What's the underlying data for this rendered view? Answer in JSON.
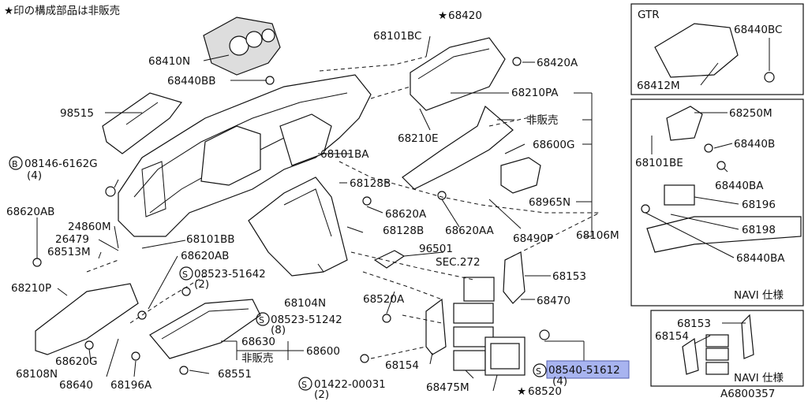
{
  "note": "★印の構成部品は非販売",
  "figure_id": "A6800357",
  "highlight_color": "#a8b4f0",
  "labels": {
    "p68420": "68420",
    "p68101BC": "68101BC",
    "p68410N": "68410N",
    "p68420A": "68420A",
    "p68440BB": "68440BB",
    "p98515": "98515",
    "p68210PA": "68210PA",
    "hihanbai1": "非販売",
    "p68210E": "68210E",
    "p68600G": "68600G",
    "p08146": "08146-6162G",
    "p08146q": "(4)",
    "p68101BA": "68101BA",
    "p68128B_top": "68128B",
    "p68620AB_top": "68620AB",
    "p68620A": "68620A",
    "p68965N": "68965N",
    "p24860M": "24860M",
    "p68128B_mid": "68128B",
    "p68620AA": "68620AA",
    "p68490P": "68490P",
    "p68106M": "68106M",
    "p26479": "26479",
    "p68101BB": "68101BB",
    "p68513M": "68513M",
    "p96501": "96501",
    "p68620AB_mid": "68620AB",
    "sec272": "SEC.272",
    "p08523_1642": "08523-51642",
    "p08523_1642q": "(2)",
    "p68153": "68153",
    "p68210P": "68210P",
    "p68104N": "68104N",
    "p68520A": "68520A",
    "p68470": "68470",
    "p08523_1242": "08523-51242",
    "p08523_1242q": "(8)",
    "p68630": "68630",
    "p68600": "68600",
    "hihanbai2": "非販売",
    "p68108N": "68108N",
    "p68620G": "68620G",
    "p68154": "68154",
    "p08540": "08540-51612",
    "p08540q": "(4)",
    "p68640": "68640",
    "p68196A": "68196A",
    "p68551": "68551",
    "p01422": "01422-00031",
    "p01422q": "(2)",
    "p68475M": "68475M",
    "p68520": "68520",
    "gtr": "GTR",
    "p68440BC": "68440BC",
    "p68412M": "68412M",
    "p68250M": "68250M",
    "p68440B": "68440B",
    "p68101BE": "68101BE",
    "p68440BA_1": "68440BA",
    "p68196": "68196",
    "p68198": "68198",
    "p68440BA_2": "68440BA",
    "navi1": "NAVI 仕様",
    "p68153_b": "68153",
    "p68154_b": "68154",
    "navi2": "NAVI 仕様"
  }
}
